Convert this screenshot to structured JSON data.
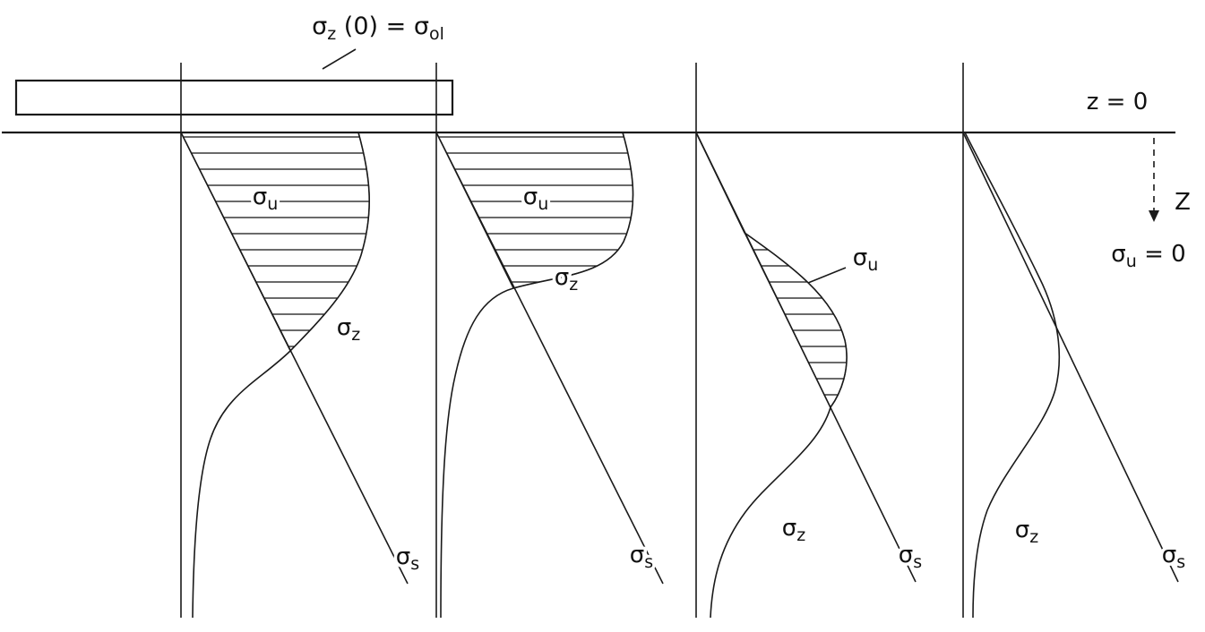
{
  "figure": {
    "colors": {
      "ink": "#1a1a1a",
      "background": "#ffffff"
    },
    "load_equation": {
      "p1": "σ",
      "sub1": "z",
      "p2": " (0) = ",
      "p3": "σ",
      "sub2": "ol"
    },
    "surface_label": "z = 0",
    "depth_axis_label": "Z",
    "pore_pressure_zero": {
      "p1": "σ",
      "sub1": "u",
      "p2": " = 0"
    },
    "panels": [
      {
        "sigma_u": {
          "base": "σ",
          "sub": "u"
        },
        "sigma_z": {
          "base": "σ",
          "sub": "z"
        },
        "sigma_s": {
          "base": "σ",
          "sub": "s"
        }
      },
      {
        "sigma_u": {
          "base": "σ",
          "sub": "u"
        },
        "sigma_z": {
          "base": "σ",
          "sub": "z"
        },
        "sigma_s": {
          "base": "σ",
          "sub": "s"
        }
      },
      {
        "sigma_u": {
          "base": "σ",
          "sub": "u"
        },
        "sigma_z": {
          "base": "σ",
          "sub": "z"
        },
        "sigma_s": {
          "base": "σ",
          "sub": "s"
        }
      },
      {
        "sigma_z": {
          "base": "σ",
          "sub": "z"
        },
        "sigma_s": {
          "base": "σ",
          "sub": "s"
        }
      }
    ]
  }
}
